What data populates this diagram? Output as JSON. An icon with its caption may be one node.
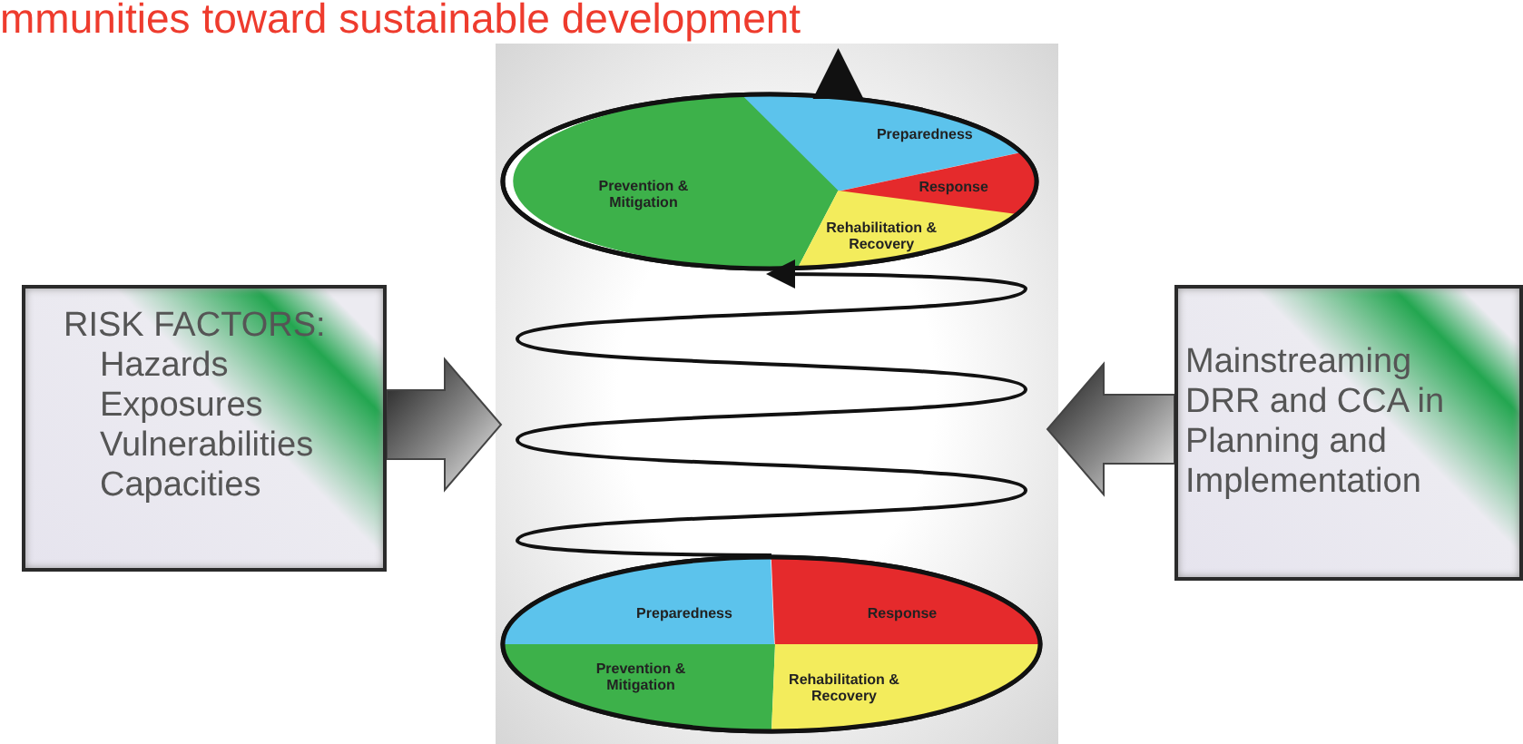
{
  "diagram": {
    "title": "mmunities toward sustainable development",
    "nodes": [
      {
        "text": [
          "RISK FACTORS:",
          "Hazards",
          "Exposures",
          "Vulnerabilities",
          "Capacities"
        ]
      },
      {
        "text": [
          "Mainstreaming DRR and CCA in Planning and Implementation"
        ]
      },
      {
        "text": [],
        "shape": "picture"
      },
      {
        "text": [],
        "shape": "ellipse",
        "in": 2
      },
      {
        "text": [
          "Preparedness"
        ],
        "in": 3
      },
      {
        "text": [
          "Prevention & Mitigation"
        ],
        "in": 3
      },
      {
        "text": [
          "Response"
        ],
        "in": 3
      },
      {
        "text": [
          "Rehabilitation & Recovery"
        ],
        "in": 3
      },
      {
        "text": [],
        "shape": "ellipse",
        "in": 2
      },
      {
        "text": [
          "Preparedness"
        ],
        "in": 8
      },
      {
        "text": [
          "Response"
        ],
        "in": 8
      },
      {
        "text": [
          "Prevention & Mitigation"
        ],
        "in": 8
      },
      {
        "text": [
          "Rehabilitation & Recovery"
        ],
        "in": 8
      }
    ],
    "edges": [
      {
        "from": 0,
        "to": 2,
        "arrow": "to"
      },
      {
        "from": 1,
        "to": 2,
        "arrow": "to"
      },
      {
        "from": 3,
        "to": null,
        "arrow": "to"
      },
      {
        "from": 8,
        "to": 3,
        "arrow": "to"
      }
    ]
  }
}
